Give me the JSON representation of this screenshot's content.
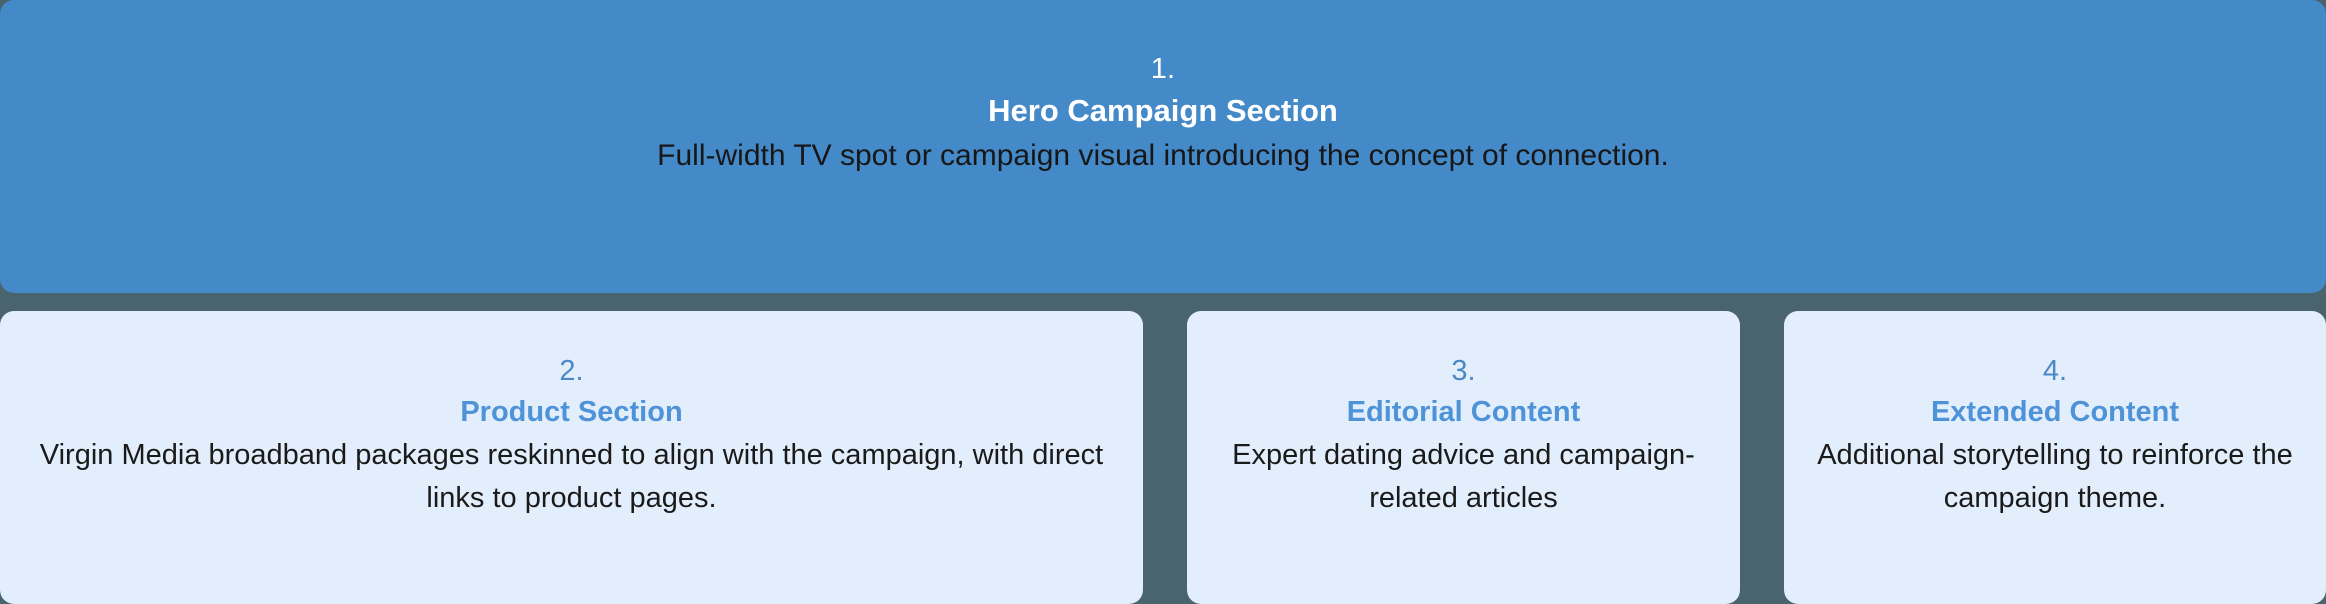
{
  "diagram": {
    "background_color": "#4a646e",
    "hero": {
      "number": "1.",
      "title": "Hero Campaign Section",
      "description": "Full-width TV spot or campaign visual introducing the concept of connection.",
      "background_color": "#4489c8",
      "title_color": "#ffffff",
      "number_color": "#ffffff",
      "description_color": "#171717"
    },
    "cards": [
      {
        "number": "2.",
        "title": "Product Section",
        "description": "Virgin Media broadband packages reskinned to align with the campaign, with direct links to product pages.",
        "background_color": "#e3eefc",
        "number_color": "#4a88c7",
        "title_color": "#4e93d8",
        "description_color": "#1a1a1a"
      },
      {
        "number": "3.",
        "title": "Editorial Content",
        "description": "Expert dating advice and campaign-related articles",
        "background_color": "#e3eefc",
        "number_color": "#4a88c7",
        "title_color": "#4e93d8",
        "description_color": "#1a1a1a"
      },
      {
        "number": "4.",
        "title": "Extended Content",
        "description": "Additional storytelling to reinforce the campaign theme.",
        "background_color": "#e3eefc",
        "number_color": "#4a88c7",
        "title_color": "#4e93d8",
        "description_color": "#1a1a1a"
      }
    ]
  }
}
